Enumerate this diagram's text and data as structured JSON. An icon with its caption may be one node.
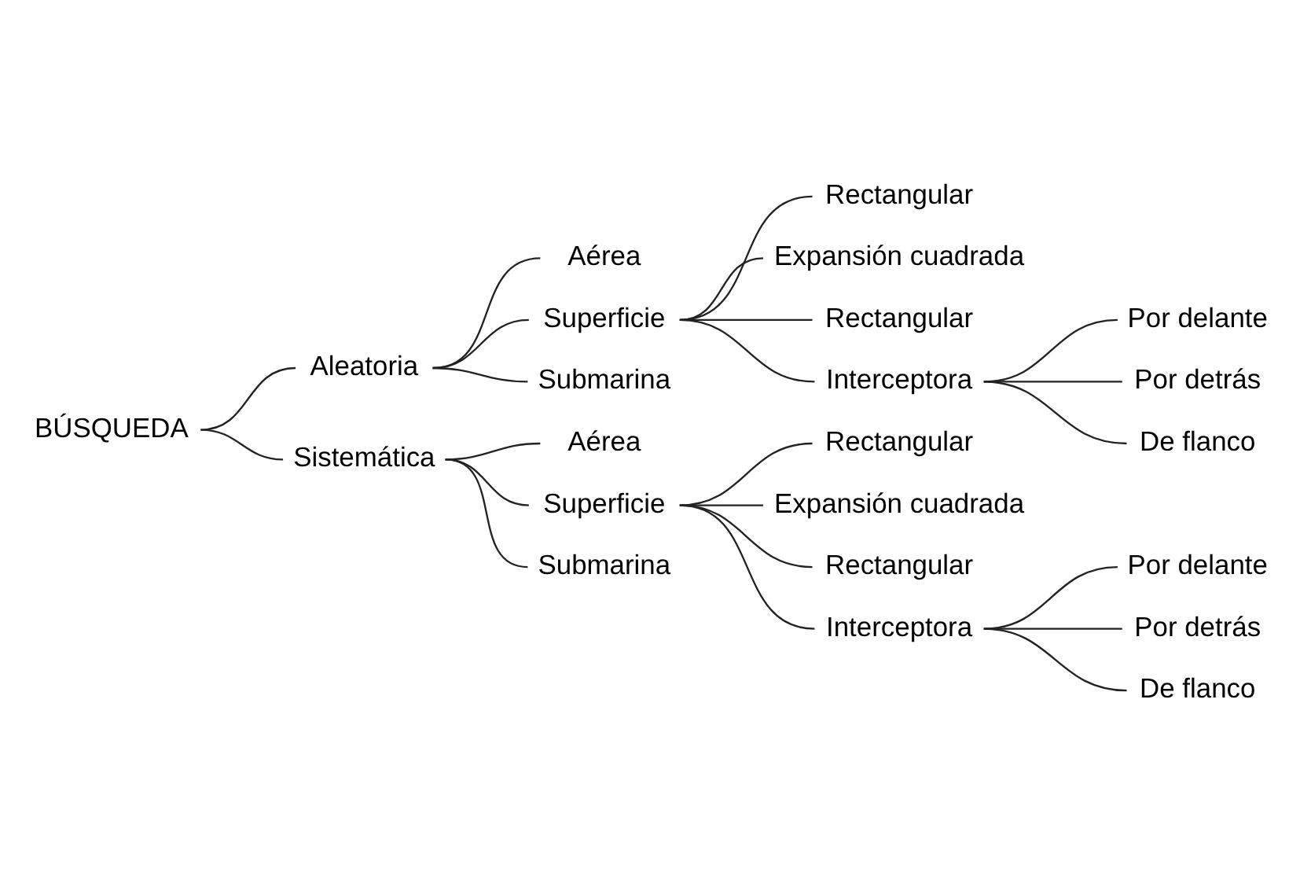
{
  "diagram": {
    "nodes": [
      {
        "text": [
          "BÚSQUEDA"
        ]
      },
      {
        "text": [
          "Aleatoria"
        ]
      },
      {
        "text": [
          "Aérea"
        ]
      },
      {
        "text": [
          "Superficie"
        ]
      },
      {
        "text": [
          "Submarina"
        ]
      },
      {
        "text": [
          "Rectangular"
        ]
      },
      {
        "text": [
          "Expansión cuadrada"
        ]
      },
      {
        "text": [
          "Rectangular"
        ]
      },
      {
        "text": [
          "Interceptora"
        ]
      },
      {
        "text": [
          "Por delante"
        ]
      },
      {
        "text": [
          "Por detrás"
        ]
      },
      {
        "text": [
          "De flanco"
        ]
      },
      {
        "text": [
          "Sistemática"
        ]
      },
      {
        "text": [
          "Aérea"
        ]
      },
      {
        "text": [
          "Superficie"
        ]
      },
      {
        "text": [
          "Submarina"
        ]
      },
      {
        "text": [
          "Rectangular"
        ]
      },
      {
        "text": [
          "Expansión cuadrada"
        ]
      },
      {
        "text": [
          "Rectangular"
        ]
      },
      {
        "text": [
          "Interceptora"
        ]
      },
      {
        "text": [
          "Por delante"
        ]
      },
      {
        "text": [
          "Por detrás"
        ]
      },
      {
        "text": [
          "De flanco"
        ]
      }
    ],
    "edges": [
      {
        "from": 0,
        "to": 1,
        "arrow": "none"
      },
      {
        "from": 0,
        "to": 12,
        "arrow": "none"
      },
      {
        "from": 1,
        "to": 2,
        "arrow": "none"
      },
      {
        "from": 1,
        "to": 3,
        "arrow": "none"
      },
      {
        "from": 1,
        "to": 4,
        "arrow": "none"
      },
      {
        "from": 3,
        "to": 5,
        "arrow": "none"
      },
      {
        "from": 3,
        "to": 6,
        "arrow": "none"
      },
      {
        "from": 3,
        "to": 7,
        "arrow": "none"
      },
      {
        "from": 3,
        "to": 8,
        "arrow": "none"
      },
      {
        "from": 8,
        "to": 9,
        "arrow": "none"
      },
      {
        "from": 8,
        "to": 10,
        "arrow": "none"
      },
      {
        "from": 8,
        "to": 11,
        "arrow": "none"
      },
      {
        "from": 12,
        "to": 13,
        "arrow": "none"
      },
      {
        "from": 12,
        "to": 14,
        "arrow": "none"
      },
      {
        "from": 12,
        "to": 15,
        "arrow": "none"
      },
      {
        "from": 14,
        "to": 16,
        "arrow": "none"
      },
      {
        "from": 14,
        "to": 17,
        "arrow": "none"
      },
      {
        "from": 14,
        "to": 18,
        "arrow": "none"
      },
      {
        "from": 14,
        "to": 19,
        "arrow": "none"
      },
      {
        "from": 19,
        "to": 20,
        "arrow": "none"
      },
      {
        "from": 19,
        "to": 21,
        "arrow": "none"
      },
      {
        "from": 19,
        "to": 22,
        "arrow": "none"
      }
    ]
  }
}
